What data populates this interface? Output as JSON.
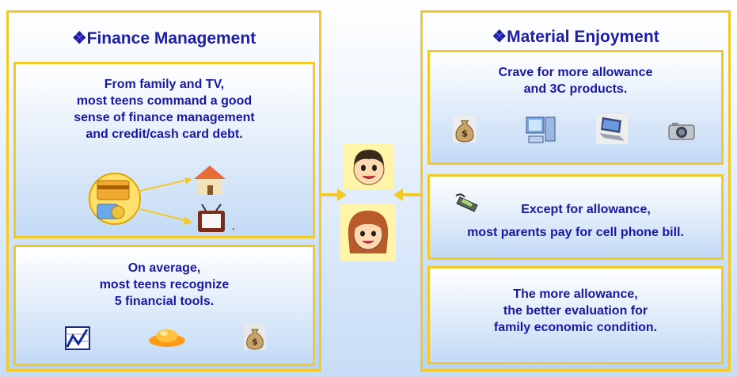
{
  "left_panel": {
    "title": "❖Finance Management",
    "box1": {
      "lines": [
        "From family and TV,",
        "most teens command a good",
        "sense of finance management",
        "and credit/cash card debt."
      ],
      "trailing_mark": "."
    },
    "box2": {
      "lines": [
        "On average,",
        "most teens recognize",
        "5 financial tools."
      ]
    }
  },
  "right_panel": {
    "title": "❖Material Enjoyment",
    "box1": {
      "lines": [
        "Crave for more allowance",
        "and 3C products."
      ]
    },
    "box2": {
      "lines": [
        "Except for allowance,",
        "most parents pay for cell phone bill."
      ]
    },
    "box3": {
      "lines": [
        "The more allowance,",
        "the better evaluation for",
        "family economic condition."
      ]
    }
  },
  "colors": {
    "border": "#f2c928",
    "text": "#1818a8"
  }
}
